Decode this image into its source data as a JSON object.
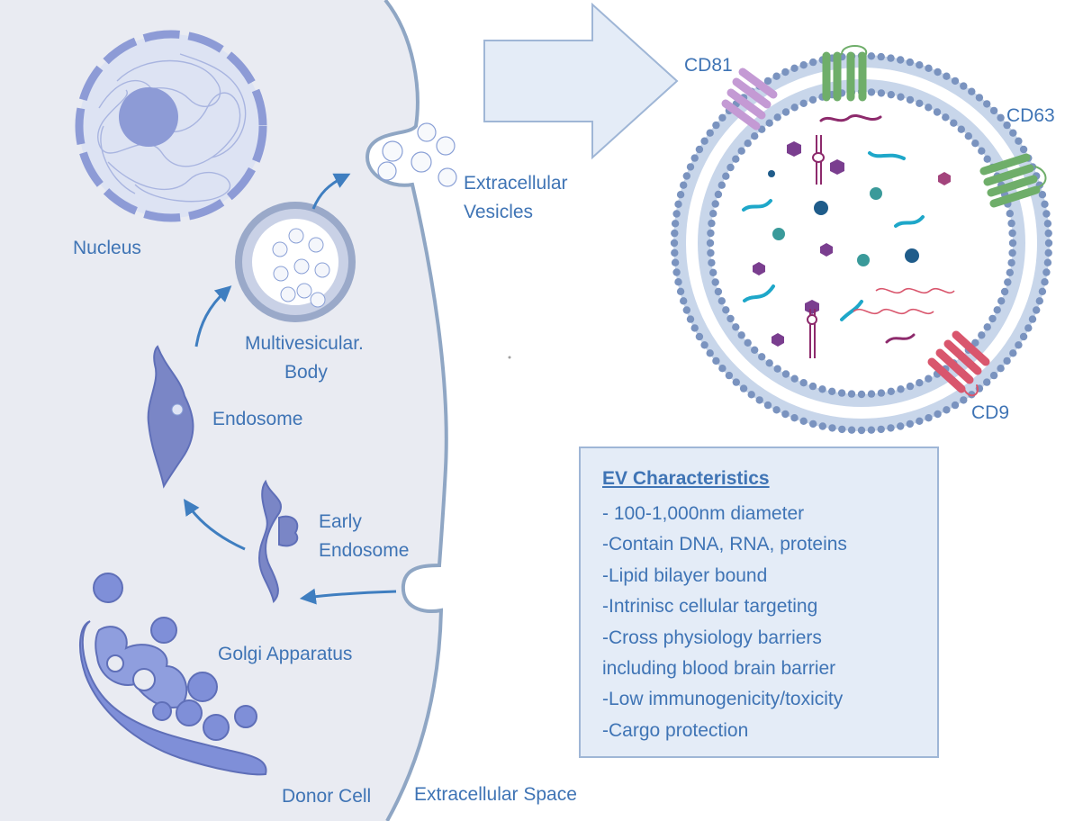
{
  "cell": {
    "nucleus": "Nucleus",
    "multivesicular_body": [
      "Multivesicular.",
      "Body"
    ],
    "endosome": "Endosome",
    "early_endosome": [
      "Early",
      "Endosome"
    ],
    "golgi": "Golgi Apparatus",
    "donor_cell": "Donor Cell"
  },
  "outside": {
    "extracellular_vesicles": [
      "Extracellular",
      "Vesicles"
    ],
    "extracellular_space": "Extracellular Space"
  },
  "vesicle": {
    "markers": {
      "cd81": "CD81",
      "cd63": "CD63",
      "cd9": "CD9"
    }
  },
  "ev_box": {
    "title": "EV Characteristics",
    "items": [
      "- 100-1,000nm diameter",
      "-Contain DNA, RNA, proteins",
      "-Lipid bilayer bound",
      "-Intrinisc cellular targeting",
      "-Cross physiology barriers",
      "including blood brain barrier",
      "-Low immunogenicity/toxicity",
      "-Cargo protection"
    ]
  },
  "colors": {
    "cell_bg": "#e9ebf2",
    "membrane": "#8fa6c4",
    "organelle": "#8d9bd6",
    "organelle_dark": "#5f6fb8",
    "arrow": "#3f7ec0",
    "text": "#3f74b5",
    "lipid_head": "#7a93bf",
    "cd81": "#c49ad4",
    "cd63": "#6fae6a",
    "cd9": "#d9566d"
  }
}
